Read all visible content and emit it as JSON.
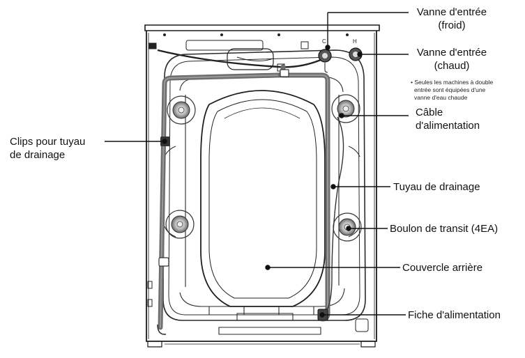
{
  "labels": {
    "cold_valve_l1": "Vanne d'entrée",
    "cold_valve_l2": "(froid)",
    "hot_valve_l1": "Vanne d'entrée",
    "hot_valve_l2": "(chaud)",
    "hot_note_l1": "• Seules les machines à double",
    "hot_note_l2": "entrée sont équipées d'une",
    "hot_note_l3": "vanne d'eau chaude",
    "power_cable_l1": "Câble",
    "power_cable_l2": "d'alimentation",
    "drain_clips_l1": "Clips pour tuyau",
    "drain_clips_l2": "de drainage",
    "drain_hose": "Tuyau de drainage",
    "transit_bolt": "Boulon de transit (4EA)",
    "back_cover": "Couvercle arrière",
    "power_plug": "Fiche d'alimentation",
    "cold_mark": "C",
    "hot_mark": "H"
  }
}
